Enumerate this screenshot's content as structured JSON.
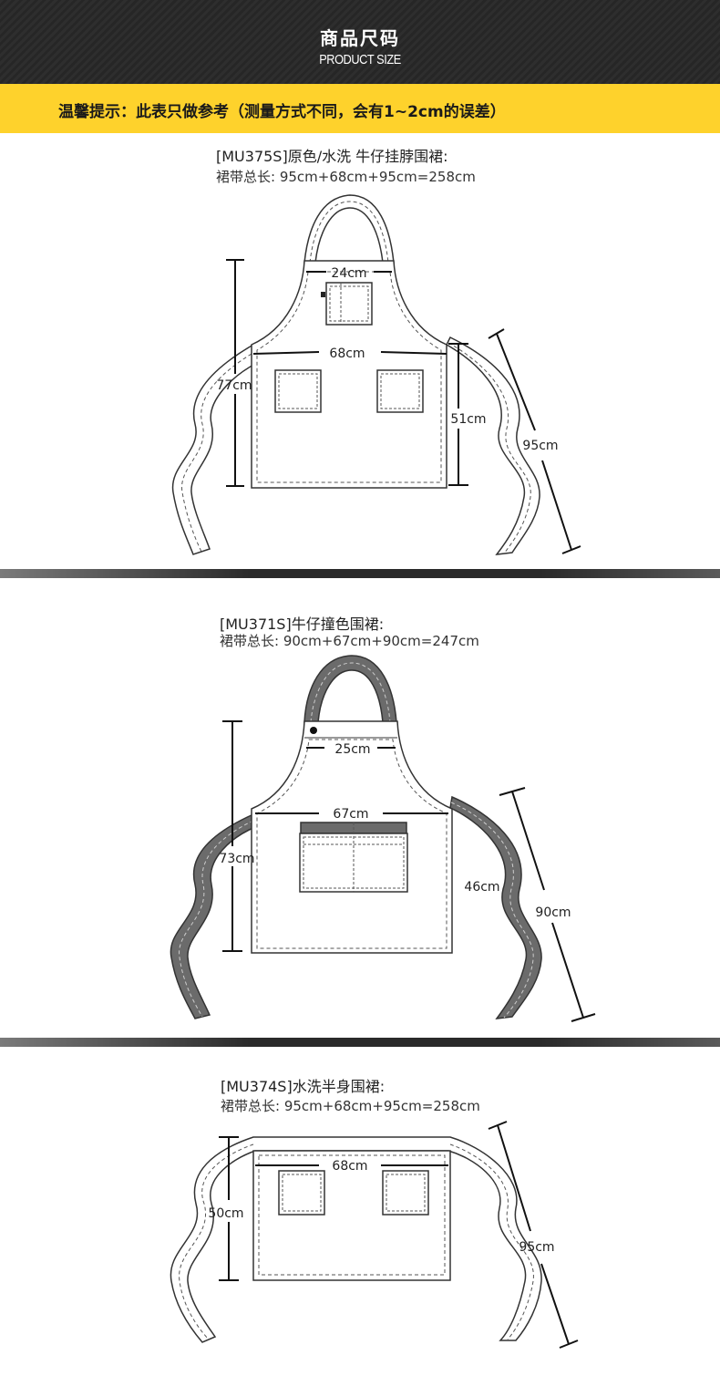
{
  "header": {
    "title_cn": "商品尺码",
    "title_en": "PRODUCT SIZE"
  },
  "notice": "温馨提示：此表只做参考（测量方式不同，会有1~2cm的误差）",
  "products": [
    {
      "title": "[MU375S]原色/水洗 牛仔挂脖围裙:",
      "strap": "裙带总长: 95cm+68cm+95cm=258cm",
      "dims": {
        "neck": "24cm",
        "width": "68cm",
        "length": "77cm",
        "body": "51cm",
        "strap": "95cm"
      }
    },
    {
      "title": "[MU371S]牛仔撞色围裙:",
      "strap": "裙带总长: 90cm+67cm+90cm=247cm",
      "dims": {
        "neck": "25cm",
        "width": "67cm",
        "length": "73cm",
        "body": "46cm",
        "strap": "90cm"
      }
    },
    {
      "title": "[MU374S]水洗半身围裙:",
      "strap": "裙带总长: 95cm+68cm+95cm=258cm",
      "dims": {
        "width": "68cm",
        "length": "50cm",
        "strap": "95cm"
      }
    }
  ],
  "colors": {
    "header_bg": "#2b2b2b",
    "notice_bg": "#fed22c",
    "accent_strap": "#6b6b6b"
  }
}
